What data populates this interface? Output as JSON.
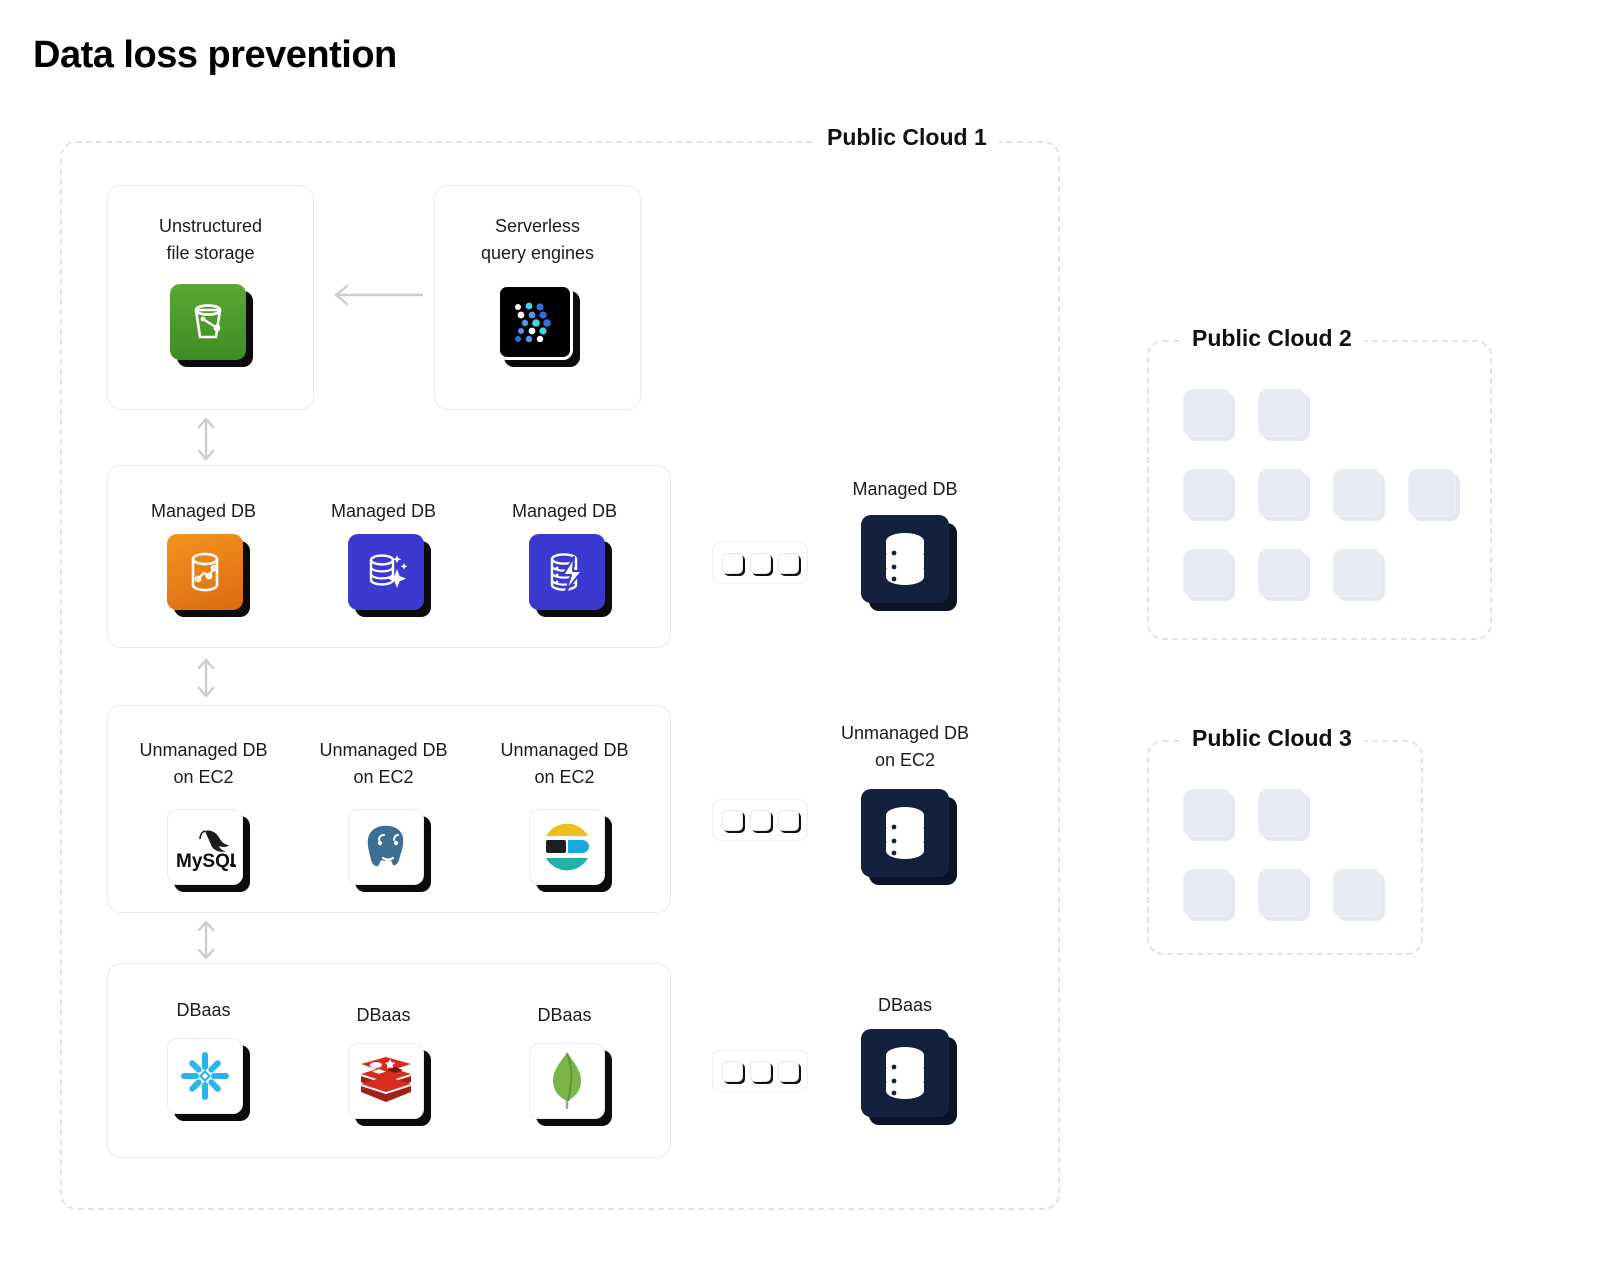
{
  "page": {
    "title": "Data loss prevention"
  },
  "clouds": [
    {
      "id": "cloud1",
      "label": "Public Cloud 1"
    },
    {
      "id": "cloud2",
      "label": "Public Cloud 2"
    },
    {
      "id": "cloud3",
      "label": "Public Cloud 3"
    }
  ],
  "cards": {
    "unstructured": {
      "title": "Unstructured\nfile storage",
      "icon": "s3-bucket-icon",
      "color": "#4e9a2f"
    },
    "serverless": {
      "title": "Serverless\nquery engines",
      "icon": "athena-dots-icon",
      "color": "#000000"
    }
  },
  "groups": [
    {
      "id": "managed",
      "items": [
        {
          "label": "Managed DB",
          "icon": "redshift-cylinder-icon",
          "color": "#e8821e"
        },
        {
          "label": "Managed DB",
          "icon": "database-sparkle-icon",
          "color": "#3b39cf"
        },
        {
          "label": "Managed DB",
          "icon": "database-lightning-icon",
          "color": "#3b39cf"
        }
      ]
    },
    {
      "id": "unmanaged",
      "items": [
        {
          "label": "Unmanaged DB\non EC2",
          "icon": "mysql-dolphin-icon",
          "color": "#ffffff"
        },
        {
          "label": "Unmanaged DB\non EC2",
          "icon": "postgresql-elephant-icon",
          "color": "#ffffff"
        },
        {
          "label": "Unmanaged DB\non EC2",
          "icon": "elasticsearch-icon",
          "color": "#ffffff"
        }
      ]
    },
    {
      "id": "dbaas",
      "items": [
        {
          "label": "DBaas",
          "icon": "snowflake-icon",
          "color": "#29b5e8"
        },
        {
          "label": "DBaas",
          "icon": "redis-stack-icon",
          "color": "#d82c20"
        },
        {
          "label": "DBaas",
          "icon": "mongodb-leaf-icon",
          "color": "#7bb548"
        }
      ]
    }
  ],
  "right_column": [
    {
      "id": "managed",
      "label": "Managed DB",
      "icon": "database-icon",
      "color": "#14213d"
    },
    {
      "id": "unmanaged",
      "label": "Unmanaged DB\non EC2",
      "icon": "database-icon",
      "color": "#14213d"
    },
    {
      "id": "dbaas",
      "label": "DBaas",
      "icon": "database-icon",
      "color": "#14213d"
    }
  ],
  "placeholder_groups": {
    "dots": {
      "count": 3,
      "icon": "rounded-square-placeholder"
    },
    "cloud2_rows": [
      2,
      4,
      3
    ],
    "cloud3_rows": [
      2,
      3
    ]
  },
  "arrows": [
    {
      "id": "serverless-to-storage",
      "direction": "left"
    },
    {
      "id": "storage-to-managed",
      "direction": "both"
    },
    {
      "id": "managed-to-unmanaged",
      "direction": "both"
    },
    {
      "id": "unmanaged-to-dbaas",
      "direction": "both"
    }
  ],
  "colors": {
    "dashed_border": "#dfe2e8",
    "card_border": "#e7e9ee",
    "navy": "#14213d",
    "arrow": "#c9ccd3",
    "placeholder": "#e7eaf1"
  }
}
